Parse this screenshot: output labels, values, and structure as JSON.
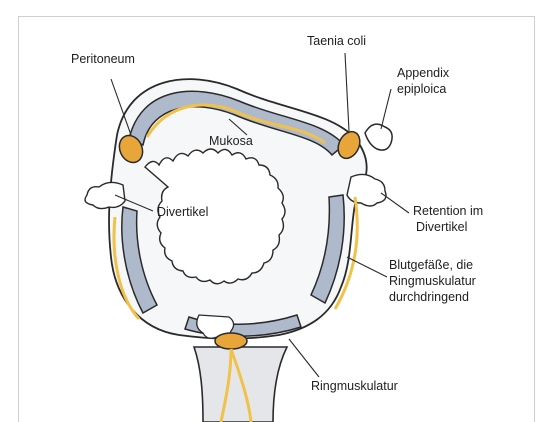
{
  "labels": {
    "peritoneum": "Peritoneum",
    "taenia_coli": "Taenia coli",
    "appendix_line1": "Appendix",
    "appendix_line2": "epiploica",
    "mukosa": "Mukosa",
    "divertikel": "Divertikel",
    "retention_line1": "Retention im",
    "retention_line2": "Divertikel",
    "blutgefaesse_line1": "Blutgefäße, die",
    "blutgefaesse_line2": "Ringmuskulatur",
    "blutgefaesse_line3": "durchdringend",
    "ringmuskulatur": "Ringmuskulatur"
  },
  "colors": {
    "muscle": "#aeb9cc",
    "muscle_light": "#d7deea",
    "vessel": "#f1c24a",
    "fat": "#e8a63a",
    "outline": "#2a2a2a",
    "mesentery": "#e4e6ea"
  }
}
